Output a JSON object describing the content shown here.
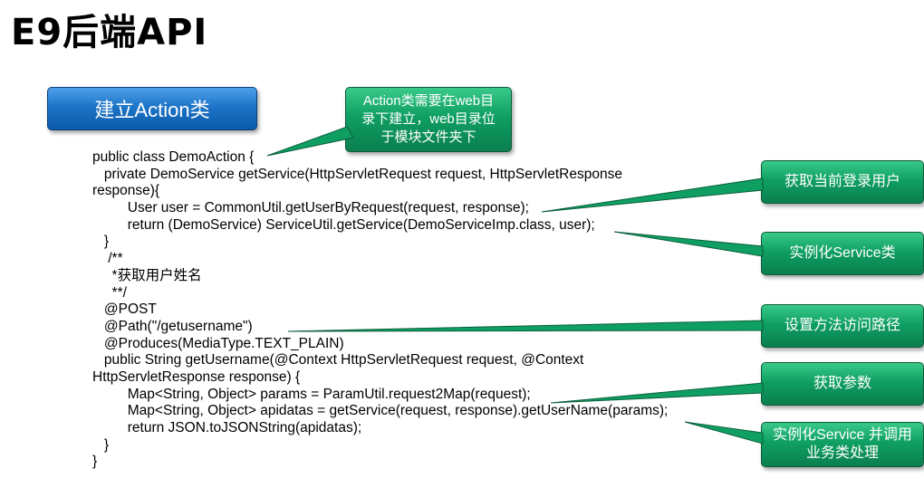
{
  "slide": {
    "title": "E9后端API",
    "section_button": "建立Action类",
    "callouts": {
      "action_location": "Action类需要在web目\n录下建立，web目录位\n于模块文件夹下",
      "get_user": "获取当前登录用户",
      "instantiate_service": "实例化Service类",
      "set_path": "设置方法访问路径",
      "get_params": "获取参数",
      "instantiate_process": "实例化Service 并调用\n业务类处理"
    },
    "code_lines": [
      "public class DemoAction {",
      "   private DemoService getService(HttpServletRequest request, HttpServletResponse",
      "response){",
      "         User user = CommonUtil.getUserByRequest(request, response);",
      "         return (DemoService) ServiceUtil.getService(DemoServiceImp.class, user);",
      "   }",
      "    /**",
      "     *获取用户姓名",
      "     **/",
      "   @POST",
      "   @Path(\"/getusername\")",
      "   @Produces(MediaType.TEXT_PLAIN)",
      "   public String getUsername(@Context HttpServletRequest request, @Context",
      "HttpServletResponse response) {",
      "         Map<String, Object> params = ParamUtil.request2Map(request);",
      "         Map<String, Object> apidatas = getService(request, response).getUserName(params);",
      "         return JSON.toJSONString(apidatas);",
      "   }",
      "}"
    ],
    "colors": {
      "blue_accent": "#1d74c8",
      "green_accent": "#0f9f63",
      "text": "#000000"
    }
  }
}
